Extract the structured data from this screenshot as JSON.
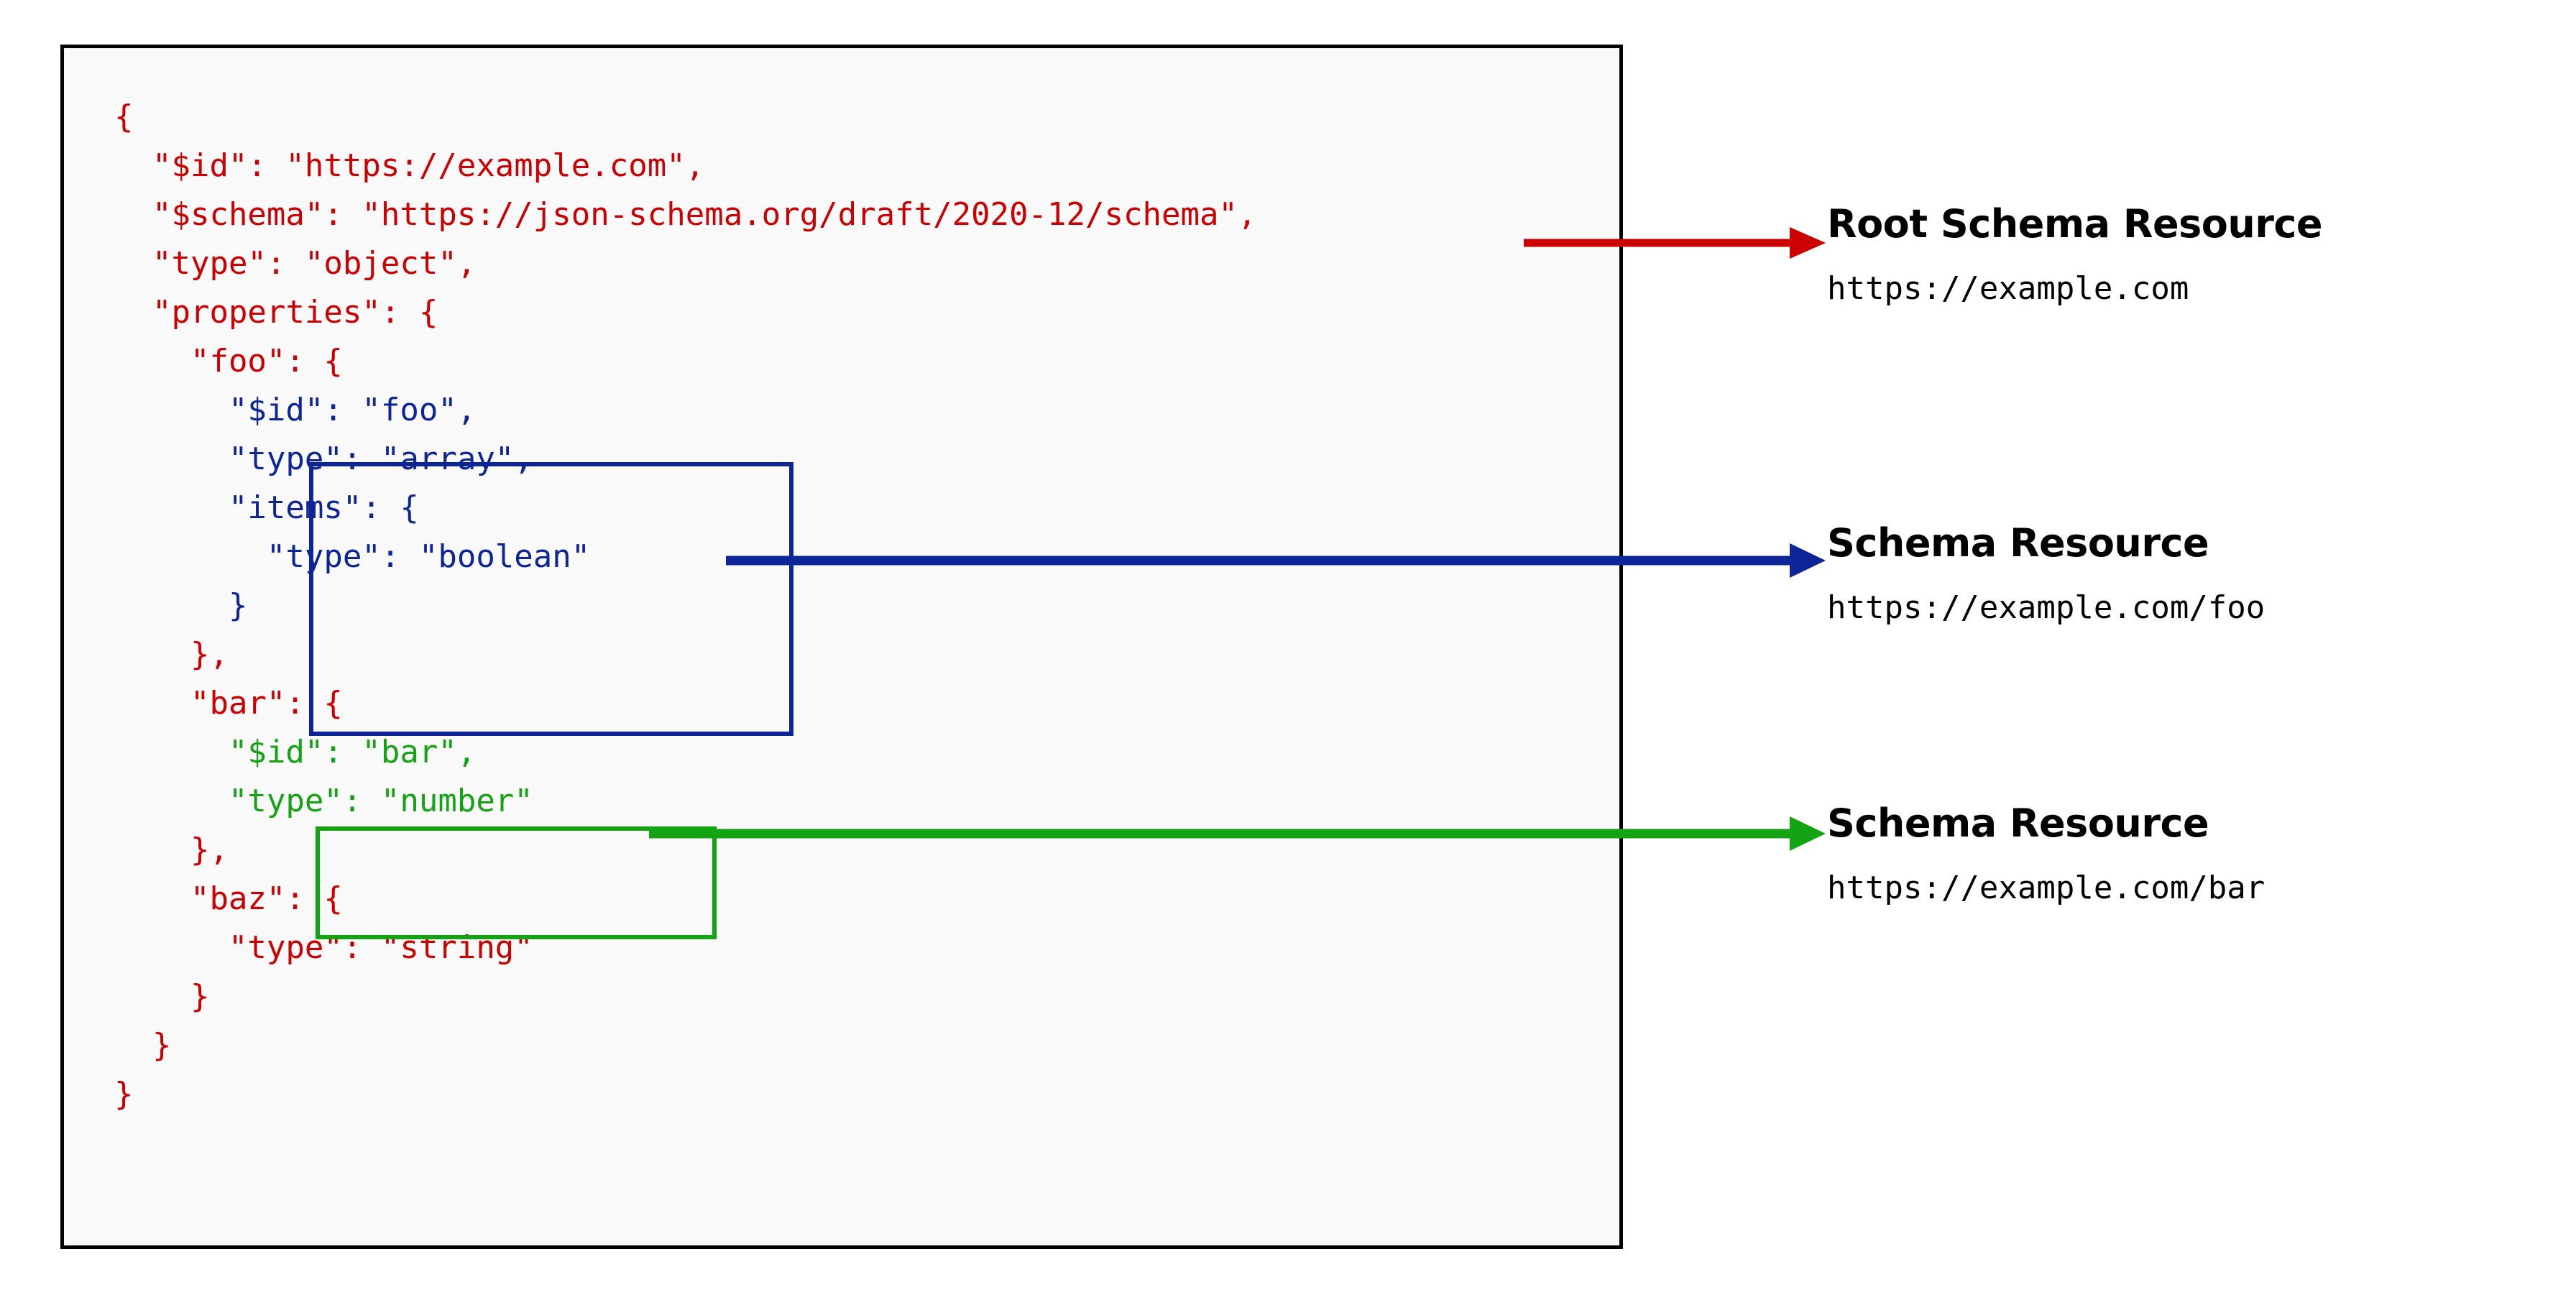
{
  "code_panel": {
    "language": "json",
    "lines": [
      {
        "indent": 0,
        "text": "{",
        "color": "red"
      },
      {
        "indent": 1,
        "text": "\"$id\": \"https://example.com\",",
        "color": "red"
      },
      {
        "indent": 1,
        "text": "\"$schema\": \"https://json-schema.org/draft/2020-12/schema\",",
        "color": "red"
      },
      {
        "indent": 1,
        "text": "\"type\": \"object\",",
        "color": "red"
      },
      {
        "indent": 1,
        "text": "\"properties\": {",
        "color": "red"
      },
      {
        "indent": 2,
        "text": "\"foo\": {",
        "color": "red"
      },
      {
        "indent": 3,
        "text": "\"$id\": \"foo\",",
        "color": "blue"
      },
      {
        "indent": 3,
        "text": "\"type\": \"array\",",
        "color": "blue"
      },
      {
        "indent": 3,
        "text": "\"items\": {",
        "color": "blue"
      },
      {
        "indent": 4,
        "text": "\"type\": \"boolean\"",
        "color": "blue"
      },
      {
        "indent": 3,
        "text": "}",
        "color": "blue"
      },
      {
        "indent": 2,
        "text": "},",
        "color": "red"
      },
      {
        "indent": 2,
        "text": "\"bar\": {",
        "color": "red"
      },
      {
        "indent": 3,
        "text": "\"$id\": \"bar\",",
        "color": "green"
      },
      {
        "indent": 3,
        "text": "\"type\": \"number\"",
        "color": "green"
      },
      {
        "indent": 2,
        "text": "},",
        "color": "red"
      },
      {
        "indent": 2,
        "text": "\"baz\": {",
        "color": "red"
      },
      {
        "indent": 3,
        "text": "\"type\": \"string\"",
        "color": "red"
      },
      {
        "indent": 2,
        "text": "}",
        "color": "red"
      },
      {
        "indent": 1,
        "text": "}",
        "color": "red"
      },
      {
        "indent": 0,
        "text": "}",
        "color": "red"
      }
    ]
  },
  "highlights": [
    {
      "name": "foo-subschema-box",
      "color": "#0d2596"
    },
    {
      "name": "bar-subschema-box",
      "color": "#13a313"
    }
  ],
  "annotations": [
    {
      "title": "Root Schema Resource",
      "url": "https://example.com",
      "color": "#cc0000"
    },
    {
      "title": "Schema Resource",
      "url": "https://example.com/foo",
      "color": "#0d2596"
    },
    {
      "title": "Schema Resource",
      "url": "https://example.com/bar",
      "color": "#13a313"
    }
  ],
  "colors": {
    "red": "#cc0000",
    "blue": "#0d2596",
    "green": "#13a313",
    "panel_background": "#f9f9f9",
    "panel_border": "#000000",
    "page_background": "#ffffff",
    "text": "#000000"
  }
}
